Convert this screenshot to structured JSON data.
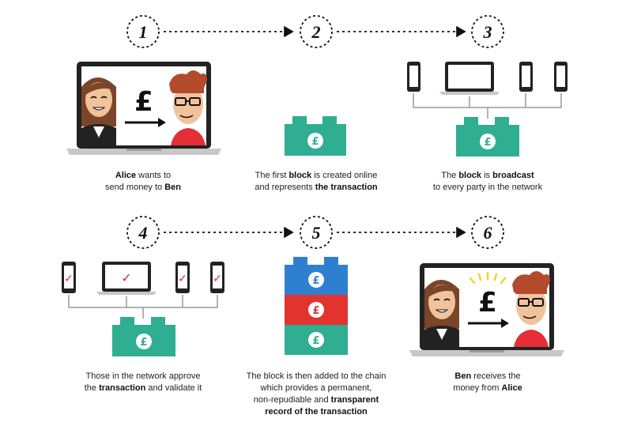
{
  "colors": {
    "teal": "#2fae91",
    "teal_dark": "#238a72",
    "blue": "#2f7fd1",
    "red": "#e3332f",
    "check": "#e0252b",
    "ink": "#111111",
    "skin": "#f2c29b",
    "alice_hair": "#7a4528",
    "ben_hair": "#b44a2d",
    "ben_shirt": "#e52e35",
    "glow": "#f4d22a"
  },
  "steps": [
    {
      "number": "1",
      "caption": [
        {
          "text": "Alice",
          "bold": true
        },
        {
          "text": " wants to",
          "bold": false
        },
        {
          "br": true
        },
        {
          "text": "send money to ",
          "bold": false
        },
        {
          "text": "Ben",
          "bold": true
        }
      ]
    },
    {
      "number": "2",
      "caption": [
        {
          "text": "The first ",
          "bold": false
        },
        {
          "text": "block",
          "bold": true
        },
        {
          "text": " is created online",
          "bold": false
        },
        {
          "br": true
        },
        {
          "text": "and represents ",
          "bold": false
        },
        {
          "text": "the transaction",
          "bold": true
        }
      ]
    },
    {
      "number": "3",
      "caption": [
        {
          "text": "The ",
          "bold": false
        },
        {
          "text": "block",
          "bold": true
        },
        {
          "text": " is ",
          "bold": false
        },
        {
          "text": "broadcast",
          "bold": true
        },
        {
          "br": true
        },
        {
          "text": "to every party in the network",
          "bold": false
        }
      ]
    },
    {
      "number": "4",
      "caption": [
        {
          "text": "Those in the network approve",
          "bold": false
        },
        {
          "br": true
        },
        {
          "text": "the ",
          "bold": false
        },
        {
          "text": "transaction",
          "bold": true
        },
        {
          "text": " and validate it",
          "bold": false
        }
      ]
    },
    {
      "number": "5",
      "caption": [
        {
          "text": "The block is then added to the chain",
          "bold": false
        },
        {
          "br": true
        },
        {
          "text": "which provides a permanent,",
          "bold": false
        },
        {
          "br": true
        },
        {
          "text": "non-repudiable and ",
          "bold": false
        },
        {
          "text": "transparent",
          "bold": true
        },
        {
          "br": true
        },
        {
          "text": "record of the transaction",
          "bold": true
        }
      ]
    },
    {
      "number": "6",
      "caption": [
        {
          "text": "Ben",
          "bold": true
        },
        {
          "text": " receives the",
          "bold": false
        },
        {
          "br": true
        },
        {
          "text": "money from ",
          "bold": false
        },
        {
          "text": "Alice",
          "bold": true
        }
      ]
    }
  ],
  "currency_symbol": "£",
  "checkmark": "✓"
}
